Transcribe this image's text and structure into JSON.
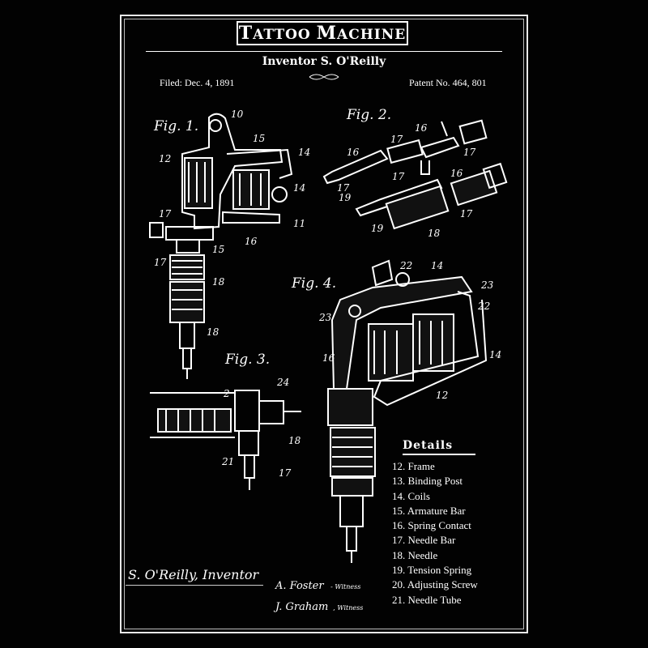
{
  "header": {
    "title_first_letter": "T",
    "title_rest_1": "ATTOO ",
    "title_first_letter_2": "M",
    "title_rest_2": "ACHINE",
    "inventor": "Inventor S. O'Reilly",
    "filed": "Filed: Dec. 4, 1891",
    "patent": "Patent No. 464, 801"
  },
  "figures": {
    "fig1": "Fig. 1.",
    "fig2": "Fig. 2.",
    "fig3": "Fig. 3.",
    "fig4": "Fig. 4."
  },
  "callouts": {
    "fig1": [
      "10",
      "15",
      "12",
      "14",
      "17",
      "14",
      "11",
      "17",
      "15",
      "16",
      "18",
      "18"
    ],
    "fig2": [
      "17",
      "16",
      "16",
      "17",
      "17",
      "17",
      "16",
      "19",
      "17",
      "19",
      "18"
    ],
    "fig3": [
      "24",
      "2",
      "18",
      "21",
      "17"
    ],
    "fig4": [
      "22",
      "14",
      "23",
      "23",
      "22",
      "16",
      "14",
      "12"
    ]
  },
  "details": {
    "title": "Details",
    "items": [
      "12. Frame",
      "13. Binding Post",
      "14. Coils",
      "15. Armature Bar",
      "16. Spring Contact",
      "17. Needle Bar",
      "18. Needle",
      "19. Tension Spring",
      "20. Adjusting Screw",
      "21. Needle Tube"
    ]
  },
  "signatures": {
    "inventor": "S. O'Reilly, Inventor",
    "witness1": "A. Foster",
    "witness2": "J. Graham",
    "witness_label": "Witness"
  },
  "colors": {
    "background": "#000000",
    "ink": "#ffffff"
  }
}
